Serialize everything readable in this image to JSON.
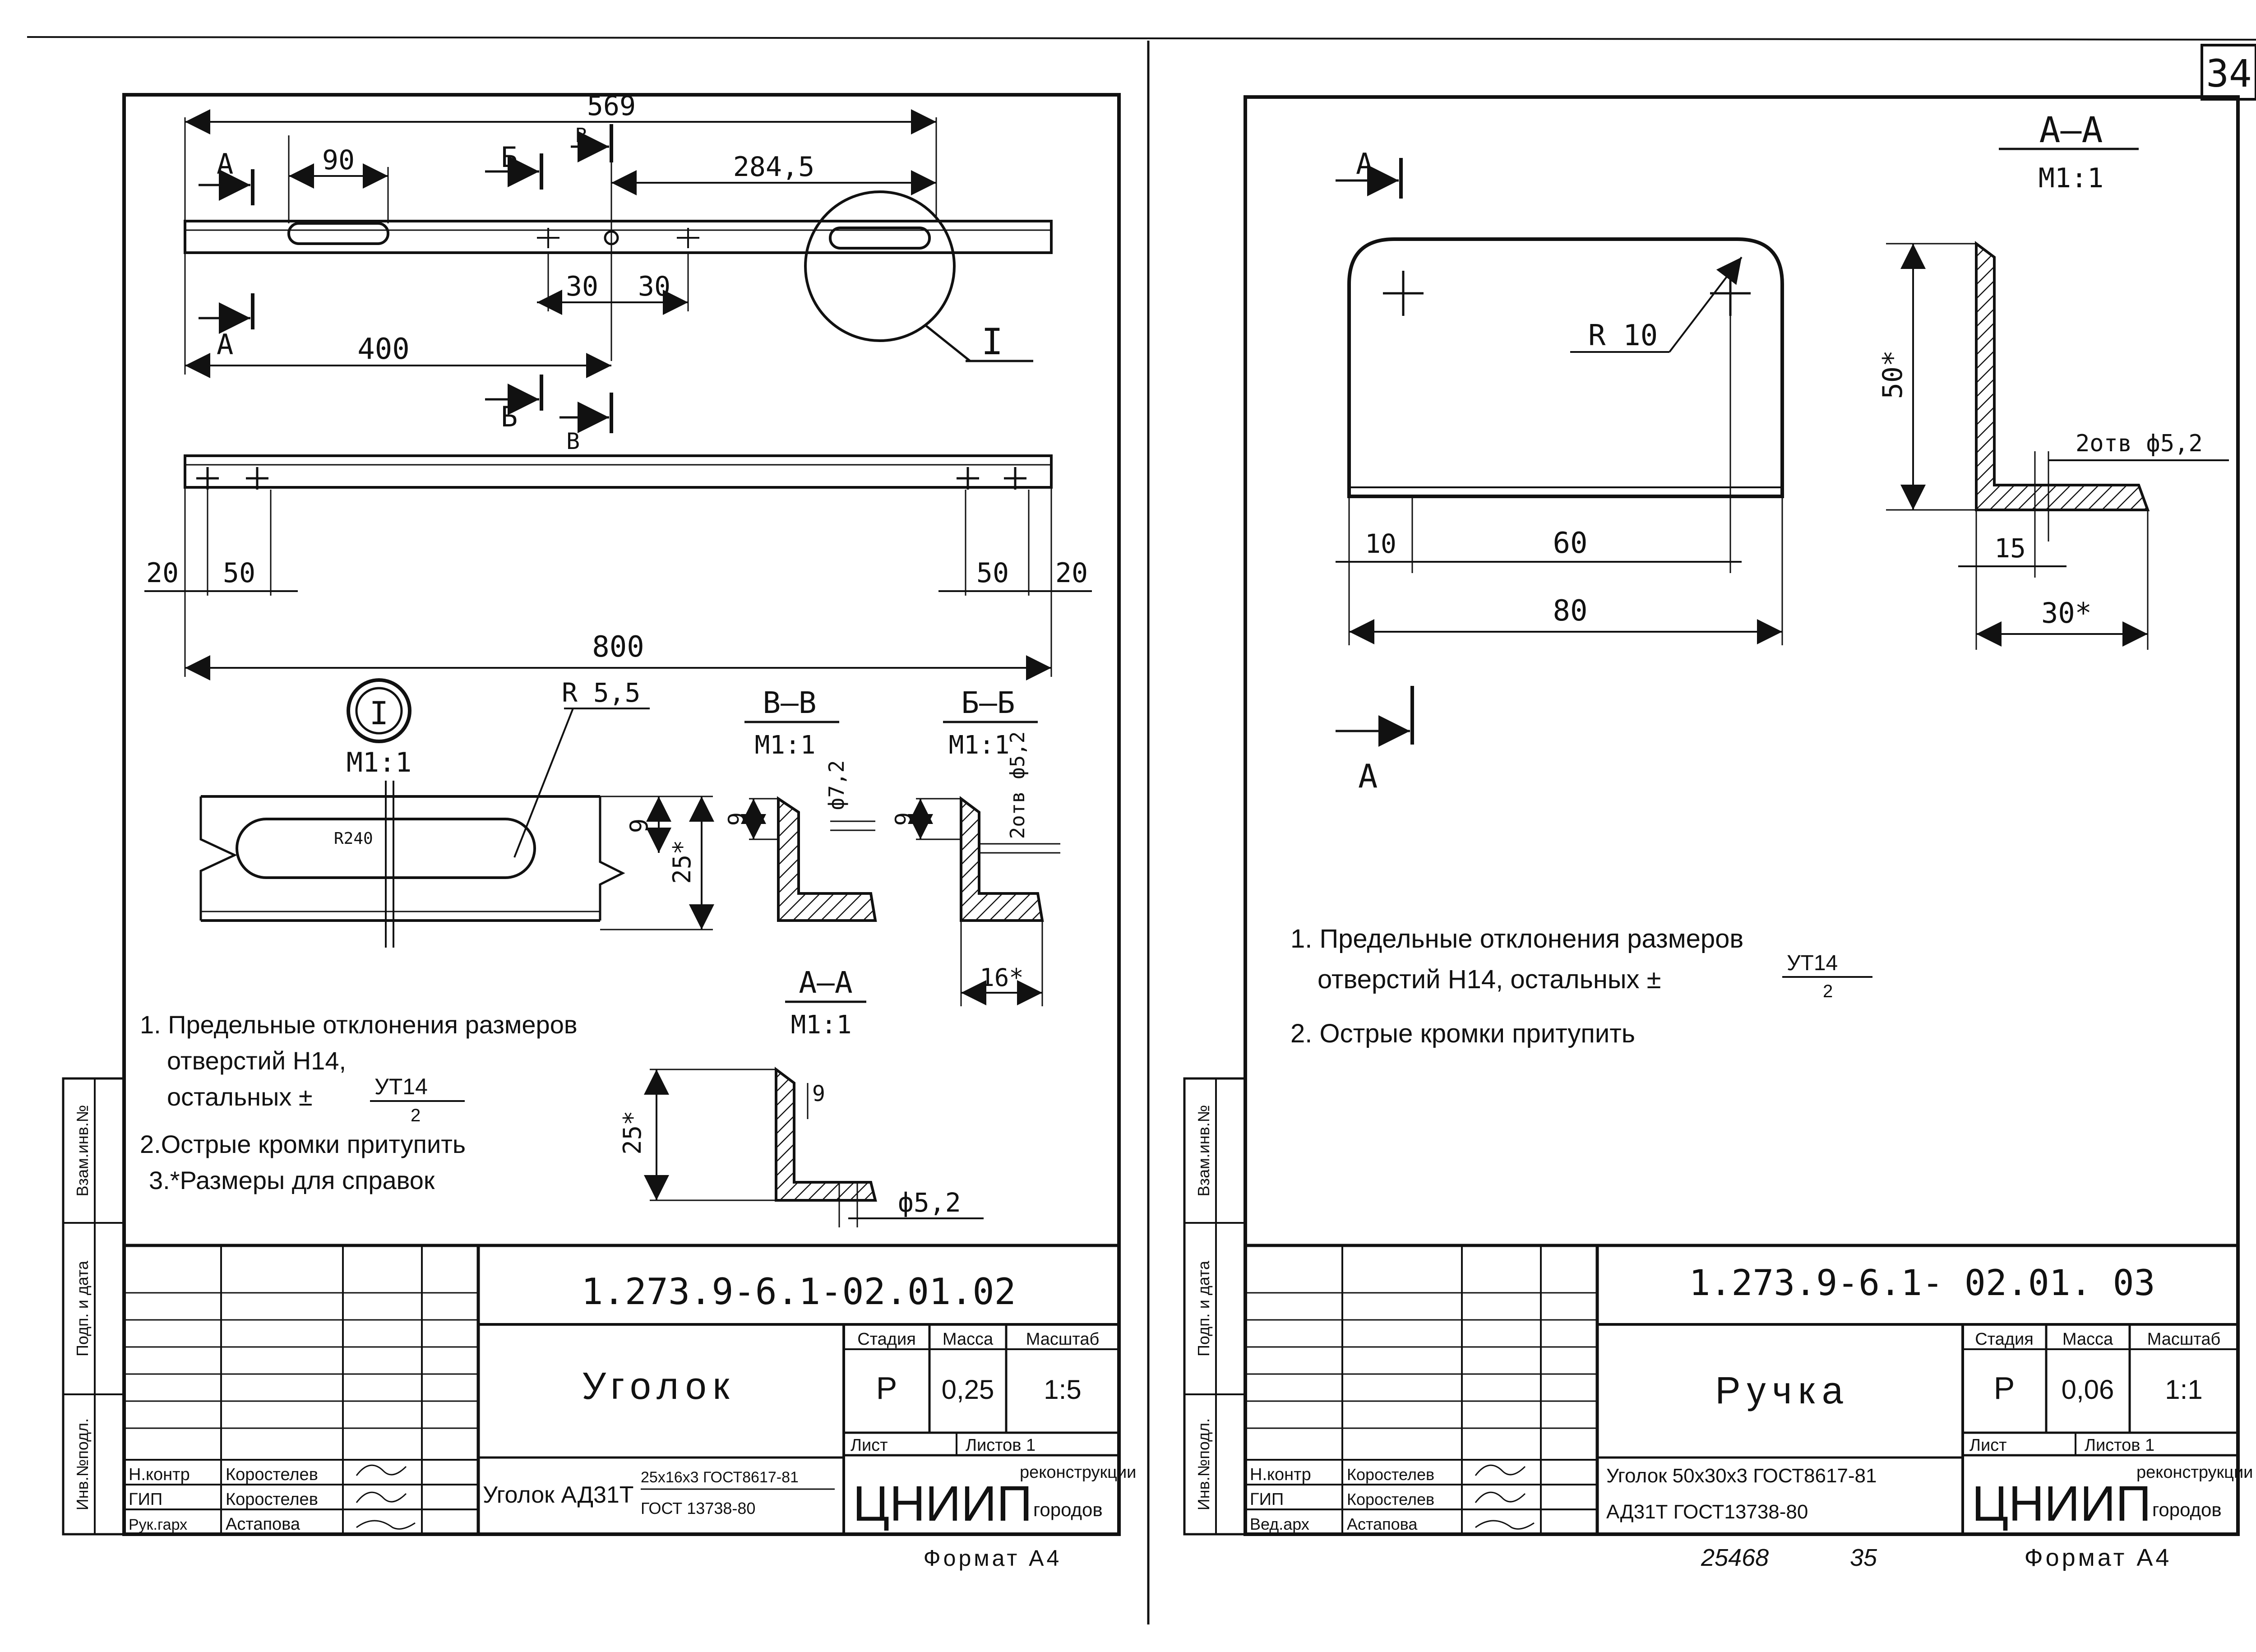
{
  "page_number": "34",
  "left_sheet": {
    "dims": {
      "d569": "569",
      "d90": "90",
      "d2845": "284,5",
      "d30a": "30",
      "d30b": "30",
      "d400": "400",
      "d20a": "20",
      "d50a": "50",
      "d50b": "50",
      "d20b": "20",
      "d800": "800",
      "r55": "R 5,5",
      "r240": "R240",
      "d9a": "9",
      "d25a": "25*",
      "d9b": "9",
      "d9c": "9",
      "phi72": "ф7,2",
      "hole2": "2отв ф5,2",
      "d16": "16*",
      "d9d": "9",
      "d25b": "25*",
      "phi52": "ф5,2"
    },
    "marks": {
      "a": "А",
      "b": "Б",
      "v": "В",
      "one": "I",
      "detail_scale": "М1:1"
    },
    "sections": {
      "vv": "В–В",
      "vv_scale": "М1:1",
      "bb": "Б–Б",
      "bb_scale": "М1:1",
      "aa": "А–А",
      "aa_scale": "М1:1"
    },
    "notes": {
      "n1a": "1. Предельные отклонения размеров",
      "n1b": "отверстий Н14,",
      "n1c": "остальных ±",
      "n1frac_top": "УТ14",
      "n1frac_bot": "2",
      "n2": "2.Острые кромки притупить",
      "n3": "3.*Размеры для справок"
    },
    "title_block": {
      "code": "1.273.9-6.1-02.01.02",
      "name": "Уголок",
      "stage_h": "Стадия",
      "mass_h": "Масса",
      "scale_h": "Масштаб",
      "stage": "Р",
      "mass": "0,25",
      "scale": "1:5",
      "sheet_h": "Лист",
      "sheets_h": "Листов 1",
      "material_a": "Уголок АД31Т",
      "material_b": "25х16х3 ГОСТ8617-81",
      "material_c": "ГОСТ 13738-80",
      "org_a": "ЦНИИП",
      "org_b": "реконструкции",
      "org_c": "городов",
      "role1": "Н.контр",
      "name1": "Коростелев",
      "role2": "ГИП",
      "name2": "Коростелев",
      "role3": "Рук.гарх",
      "name3": "Астапова",
      "format": "Формат А4"
    },
    "side_labels": {
      "s1": "Инв.№подл.",
      "s2": "Подп. и дата",
      "s3": "Взам.инв.№"
    }
  },
  "right_sheet": {
    "dims": {
      "r10": "R 10",
      "d10": "10",
      "d60": "60",
      "d80": "80",
      "d50": "50*",
      "hole2": "2отв ф5,2",
      "d15": "15",
      "d30": "30*"
    },
    "marks": {
      "a": "А"
    },
    "sections": {
      "aa": "А–А",
      "aa_scale": "М1:1"
    },
    "notes": {
      "n1a": "1. Предельные отклонения размеров",
      "n1b": "отверстий Н14, остальных ±",
      "n1frac_top": "УТ14",
      "n1frac_bot": "2",
      "n2": "2. Острые кромки притупить"
    },
    "title_block": {
      "code": "1.273.9-6.1- 02.01. 03",
      "name": "Ручка",
      "stage_h": "Стадия",
      "mass_h": "Масса",
      "scale_h": "Масштаб",
      "stage": "Р",
      "mass": "0,06",
      "scale": "1:1",
      "sheet_h": "Лист",
      "sheets_h": "Листов 1",
      "material_a": "Уголок 50х30х3 ГОСТ8617-81",
      "material_b": "АД31Т ГОСТ13738-80",
      "org_a": "ЦНИИП",
      "org_b": "реконструкции",
      "org_c": "городов",
      "role1": "Н.контр",
      "name1": "Коростелев",
      "role2": "ГИП",
      "name2": "Коростелев",
      "role3": "Вед.арх",
      "name3": "Астапова",
      "format": "Формат А4",
      "ref_a": "25468",
      "ref_b": "35"
    },
    "side_labels": {
      "s1": "Инв.№подл.",
      "s2": "Подп. и дата",
      "s3": "Взам.инв.№"
    }
  }
}
